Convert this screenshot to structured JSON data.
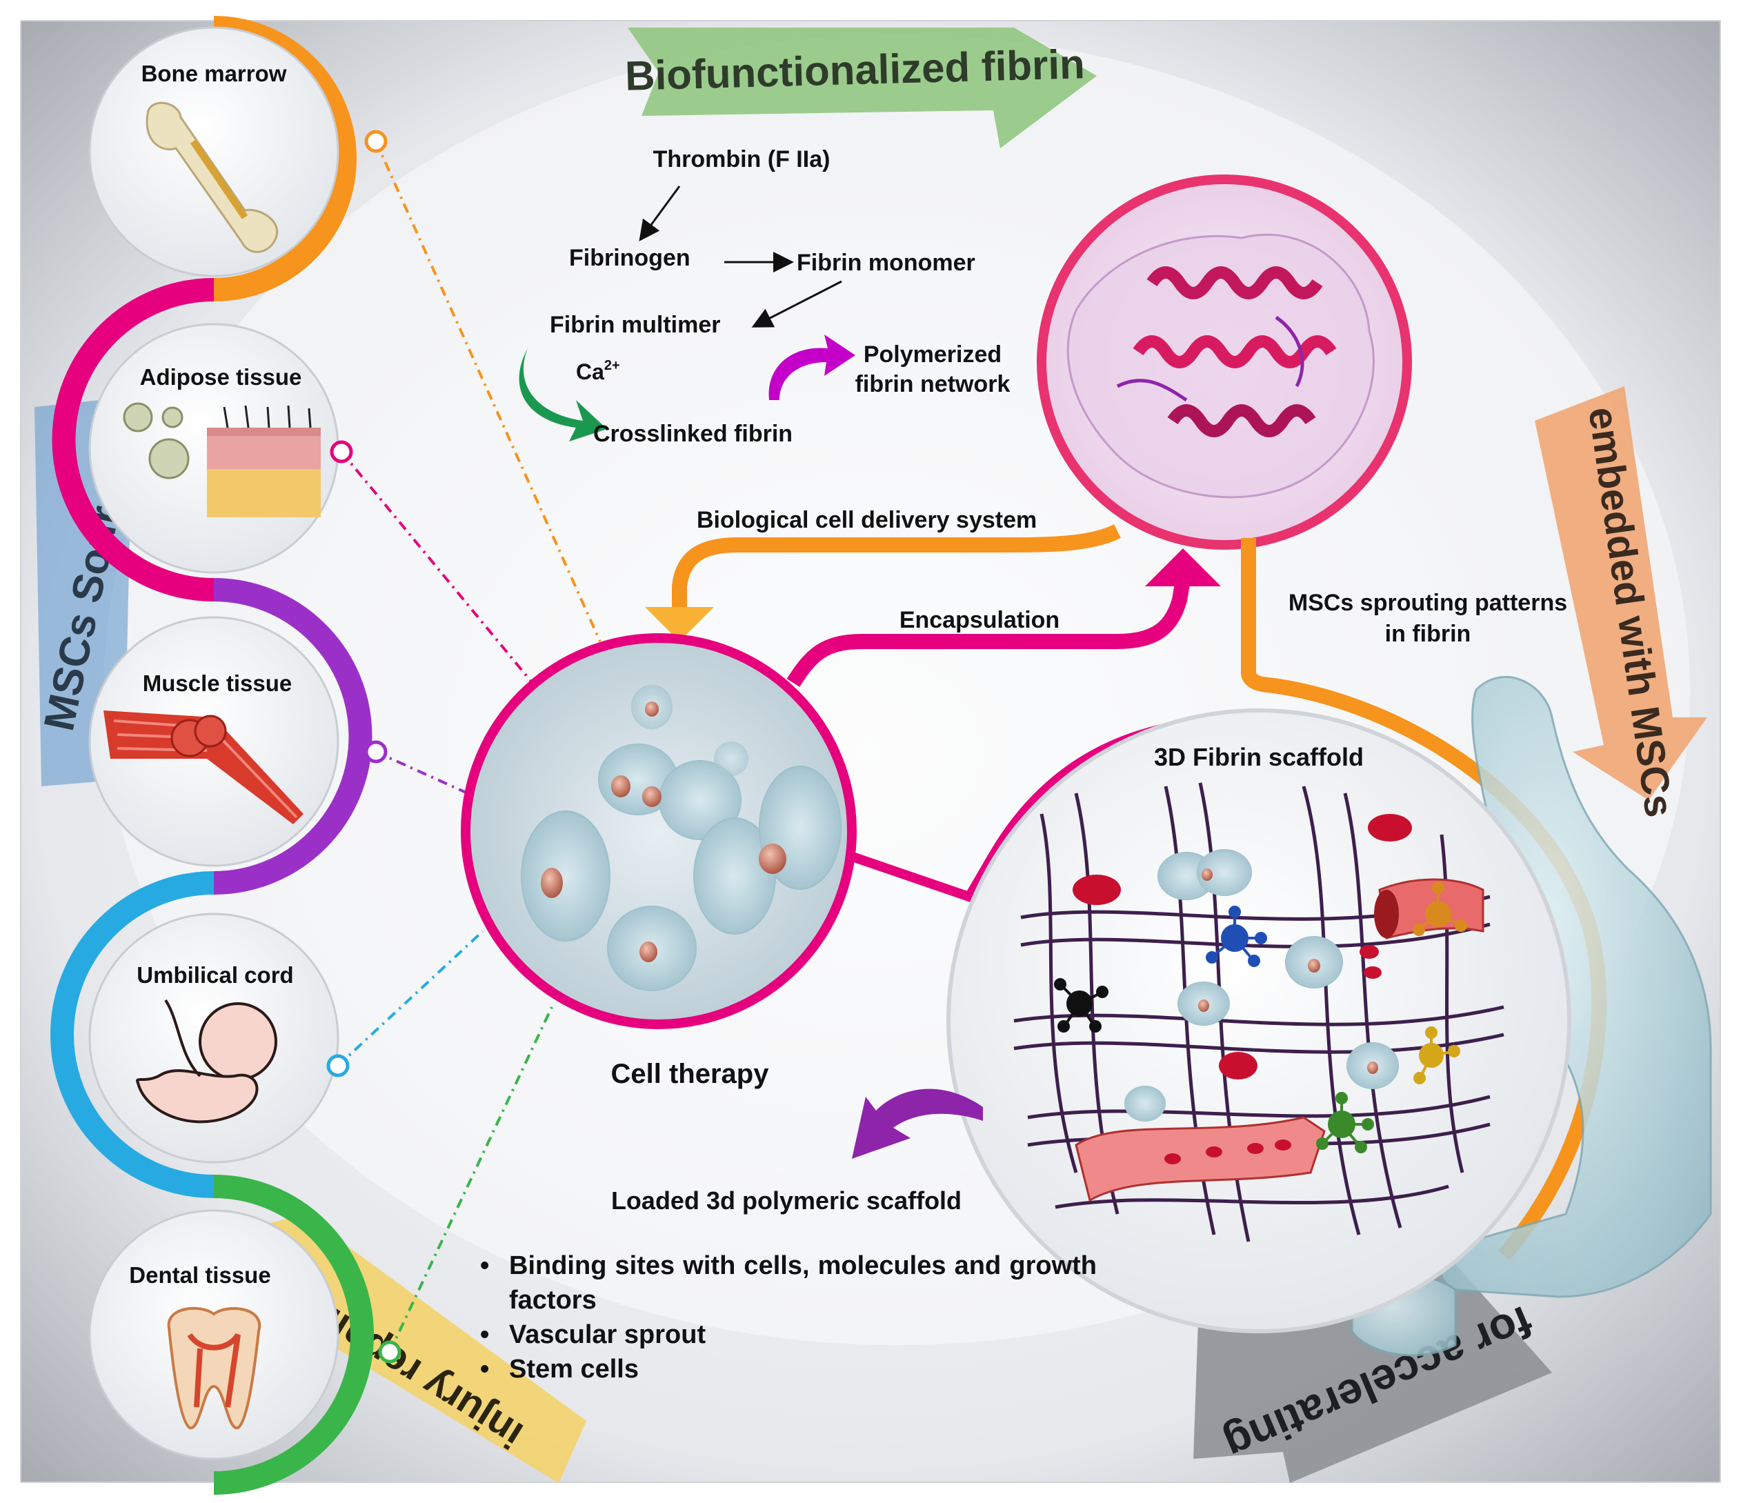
{
  "banners": {
    "top": "Biofunctionalized fibrin",
    "right": "embedded with MSCs",
    "bottom": "for accelerating",
    "bottom_left": "injury repair",
    "left": "MSCs Sources"
  },
  "sources": [
    {
      "label": "Bone marrow",
      "icon": "bone-icon",
      "color": "#f7941d"
    },
    {
      "label": "Adipose tissue",
      "icon": "adipose-tissue-icon",
      "color": "#e6007e"
    },
    {
      "label": "Muscle tissue",
      "icon": "muscle-icon",
      "color": "#9b30c8"
    },
    {
      "label": "Umbilical cord",
      "icon": "fetus-icon",
      "color": "#27aae1"
    },
    {
      "label": "Dental tissue",
      "icon": "tooth-icon",
      "color": "#39b54a"
    }
  ],
  "reaction": {
    "thrombin": "Thrombin (F IIa)",
    "fibrinogen": "Fibrinogen",
    "fibrin_monomer": "Fibrin monomer",
    "fibrin_multimer": "Fibrin multimer",
    "ca": "Ca",
    "ca_sup": "2+",
    "crosslinked": "Crosslinked fibrin",
    "polymerized_1": "Polymerized",
    "polymerized_2": "fibrin network"
  },
  "flow": {
    "delivery": "Biological cell delivery  system",
    "encapsulation": "Encapsulation",
    "sprouting_1": "MSCs sprouting patterns",
    "sprouting_2": "in fibrin",
    "cell_therapy": "Cell therapy",
    "scaffold_title": "3D Fibrin scaffold",
    "loaded": "Loaded 3d polymeric scaffold"
  },
  "bullets": [
    "Binding sites with cells, molecules and growth factors",
    "Vascular sprout",
    "Stem cells"
  ],
  "colors": {
    "pink": "#e8336e",
    "orange": "#f7941d",
    "magenta": "#e6007e",
    "purple": "#9b30c8",
    "cyan": "#27aae1",
    "green": "#39b54a",
    "fibrin": "#3d1f4d",
    "rbc": "#c8102e",
    "banner_green": "#8cc47a",
    "banner_orange": "#f0a674",
    "banner_gray": "#8e9196",
    "banner_yellow": "#f3d36b",
    "banner_blue": "#6f9fd0"
  }
}
